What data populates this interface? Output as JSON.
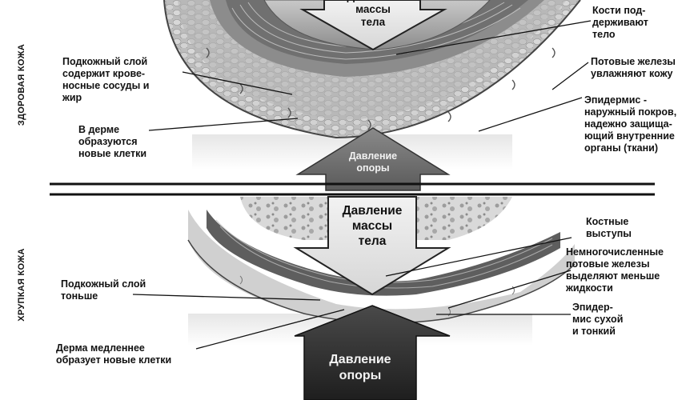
{
  "sections": {
    "healthy": "ЗДОРОВАЯ КОЖА",
    "fragile": "ХРУПКАЯ КОЖА"
  },
  "top": {
    "body_pressure": "Давление\nмассы\nтела",
    "support_pressure": "Давление\nопоры",
    "labels": {
      "bones": "Кости под-\nдерживают\nтело",
      "sweat": "Потовые железы\nувлажняют кожу",
      "epidermis": "Эпидермис -\nнаружный покров,\nнадежно защища-\nющий внутренние\nорганы (ткани)",
      "subcutaneous": "Подкожный слой\nсодержит крове-\nносные сосуды и\nжир",
      "dermis": "В дерме\nобразуются\nновые клетки"
    }
  },
  "bottom": {
    "body_pressure": "Давление\nмассы\nтела",
    "support_pressure": "Давление\nопоры",
    "labels": {
      "bony": "Костные\nвыступы",
      "sweat": "Немногочисленные\nпотовые железы\nвыделяют меньше\nжидкости",
      "epidermis": "Эпидер-\nмис сухой\nи тонкий",
      "subcutaneous": "Подкожный слой\nтоньше",
      "dermis": "Дерма медленнее\nобразует новые клетки"
    }
  }
}
